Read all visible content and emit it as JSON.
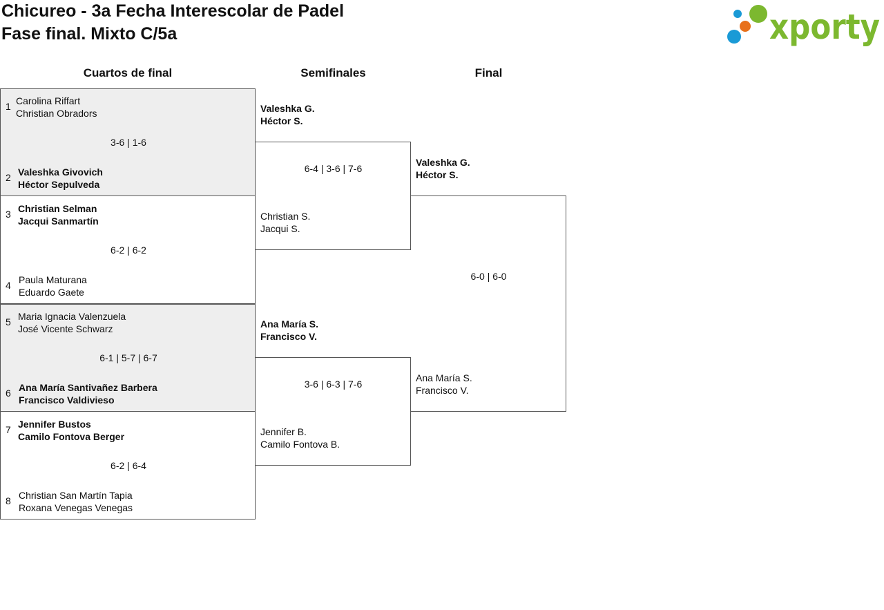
{
  "header": {
    "title_line1": "Chicureo - 3a Fecha Interescolar de Padel",
    "title_line2": "Fase final. Mixto C/5a",
    "logo_text": "xporty"
  },
  "colors": {
    "logo_green": "#7cb82f",
    "logo_blue": "#1a9ad6",
    "logo_orange": "#e8701a",
    "shade": "#eeeeee"
  },
  "columns": {
    "quarters": "Cuartos de final",
    "semis": "Semifinales",
    "final": "Final"
  },
  "quarters": [
    {
      "top": {
        "seed": "1",
        "p1": "Carolina Riffart",
        "p2": "Christian Obradors",
        "winner": false
      },
      "score": "3-6 | 1-6",
      "bottom": {
        "seed": "2",
        "p1": "Valeshka Givovich",
        "p2": "Héctor Sepulveda",
        "winner": true
      }
    },
    {
      "top": {
        "seed": "3",
        "p1": "Christian Selman",
        "p2": "Jacqui Sanmartín",
        "winner": true
      },
      "score": "6-2 | 6-2",
      "bottom": {
        "seed": "4",
        "p1": "Paula Maturana",
        "p2": "Eduardo Gaete",
        "winner": false
      }
    },
    {
      "top": {
        "seed": "5",
        "p1": "Maria Ignacia Valenzuela",
        "p2": "José Vicente Schwarz",
        "winner": false
      },
      "score": "6-1 | 5-7 | 6-7",
      "bottom": {
        "seed": "6",
        "p1": "Ana María Santivañez Barbera",
        "p2": "Francisco Valdivieso",
        "winner": true
      }
    },
    {
      "top": {
        "seed": "7",
        "p1": "Jennifer Bustos",
        "p2": "Camilo Fontova Berger",
        "winner": true
      },
      "score": "6-2 | 6-4",
      "bottom": {
        "seed": "8",
        "p1": "Christian San Martín Tapia",
        "p2": "Roxana Venegas Venegas",
        "winner": false
      }
    }
  ],
  "semis": [
    {
      "top": {
        "p1": "Valeshka G.",
        "p2": "Héctor S.",
        "winner": true
      },
      "score": "6-4 | 3-6 | 7-6",
      "bottom": {
        "p1": "Christian S.",
        "p2": "Jacqui S.",
        "winner": false
      }
    },
    {
      "top": {
        "p1": "Ana María S.",
        "p2": "Francisco V.",
        "winner": true
      },
      "score": "3-6 | 6-3 | 7-6",
      "bottom": {
        "p1": "Jennifer B.",
        "p2": "Camilo Fontova B.",
        "winner": false
      }
    }
  ],
  "final": {
    "top": {
      "p1": "Valeshka G.",
      "p2": "Héctor S.",
      "winner": true
    },
    "score": "6-0 | 6-0",
    "bottom": {
      "p1": "Ana María S.",
      "p2": "Francisco V.",
      "winner": false
    }
  }
}
